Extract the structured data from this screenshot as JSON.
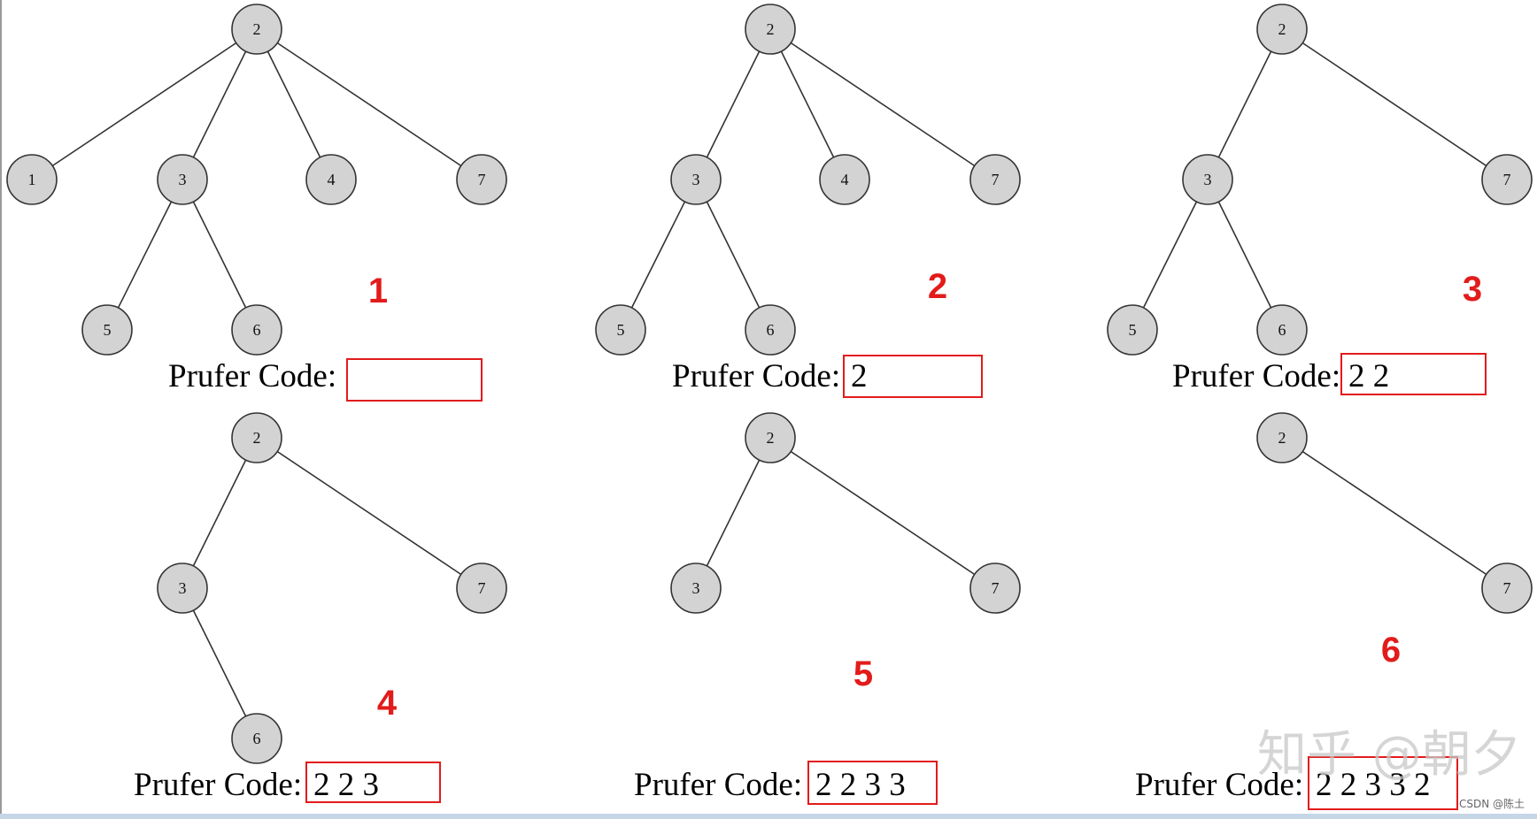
{
  "colors": {
    "node_fill": "#d3d3d3",
    "node_stroke": "#333333",
    "edge": "#333333",
    "highlight": "#e21b1b"
  },
  "panels": [
    {
      "step_number": "1",
      "code_label": "Prufer Code:",
      "code_value": "",
      "nodes": [
        "2",
        "1",
        "3",
        "4",
        "7",
        "5",
        "6"
      ],
      "edges": [
        [
          "2",
          "1"
        ],
        [
          "2",
          "3"
        ],
        [
          "2",
          "4"
        ],
        [
          "2",
          "7"
        ],
        [
          "3",
          "5"
        ],
        [
          "3",
          "6"
        ]
      ]
    },
    {
      "step_number": "2",
      "code_label": "Prufer Code:",
      "code_value": "2",
      "nodes": [
        "2",
        "3",
        "4",
        "7",
        "5",
        "6"
      ],
      "edges": [
        [
          "2",
          "3"
        ],
        [
          "2",
          "4"
        ],
        [
          "2",
          "7"
        ],
        [
          "3",
          "5"
        ],
        [
          "3",
          "6"
        ]
      ]
    },
    {
      "step_number": "3",
      "code_label": "Prufer Code:",
      "code_value": "2 2",
      "nodes": [
        "2",
        "3",
        "7",
        "5",
        "6"
      ],
      "edges": [
        [
          "2",
          "3"
        ],
        [
          "2",
          "7"
        ],
        [
          "3",
          "5"
        ],
        [
          "3",
          "6"
        ]
      ]
    },
    {
      "step_number": "4",
      "code_label": "Prufer Code:",
      "code_value": "2 2 3",
      "nodes": [
        "2",
        "3",
        "7",
        "6"
      ],
      "edges": [
        [
          "2",
          "3"
        ],
        [
          "2",
          "7"
        ],
        [
          "3",
          "6"
        ]
      ]
    },
    {
      "step_number": "5",
      "code_label": "Prufer Code:",
      "code_value": "2 2 3 3",
      "nodes": [
        "2",
        "3",
        "7"
      ],
      "edges": [
        [
          "2",
          "3"
        ],
        [
          "2",
          "7"
        ]
      ]
    },
    {
      "step_number": "6",
      "code_label": "Prufer Code:",
      "code_value": "2 2 3 3 2",
      "nodes": [
        "2",
        "7"
      ],
      "edges": [
        [
          "2",
          "7"
        ]
      ]
    }
  ],
  "watermark": "知乎 @朝夕",
  "credit": "CSDN @陈土"
}
